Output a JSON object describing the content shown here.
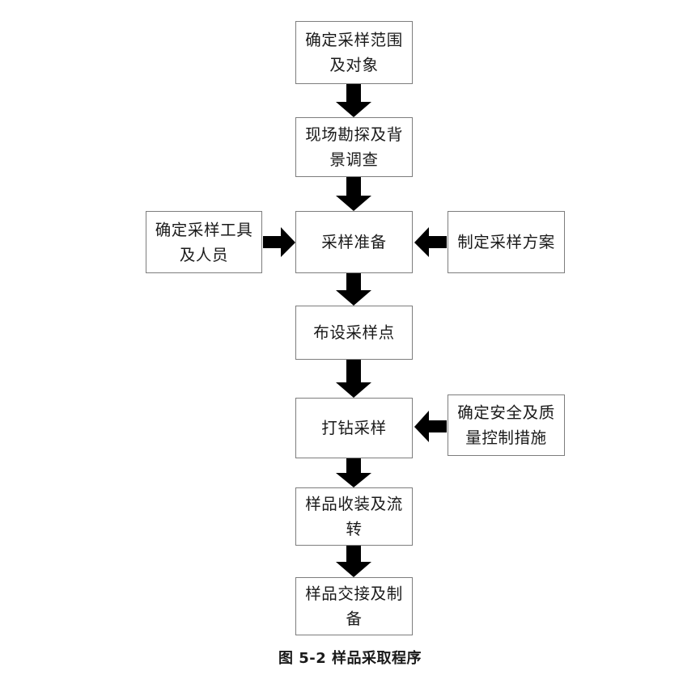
{
  "figure": {
    "caption": "图 5-2 样品采取程序",
    "background_color": "#ffffff",
    "box_border_color": "#7d7d7d",
    "arrow_color": "#000000",
    "text_color": "#1a1a1a"
  },
  "chart_data": {
    "type": "diagram",
    "title": "图 5-2 样品采取程序",
    "nodes": [
      {
        "id": "n1",
        "label": "确定采样范围及对象",
        "lines": [
          "确定采样范围",
          "及对象"
        ]
      },
      {
        "id": "n2",
        "label": "现场勘探及背景调查",
        "lines": [
          "现场勘探及背",
          "景调查"
        ]
      },
      {
        "id": "n3",
        "label": "确定采样工具及人员",
        "lines": [
          "确定采样工具",
          "及人员"
        ]
      },
      {
        "id": "n4",
        "label": "采样准备",
        "lines": [
          "采样准备"
        ]
      },
      {
        "id": "n5",
        "label": "制定采样方案",
        "lines": [
          "制定采样方案"
        ]
      },
      {
        "id": "n6",
        "label": "布设采样点",
        "lines": [
          "布设采样点"
        ]
      },
      {
        "id": "n7",
        "label": "打钻采样",
        "lines": [
          "打钻采样"
        ]
      },
      {
        "id": "n8",
        "label": "确定安全及质量控制措施",
        "lines": [
          "确定安全及质",
          "量控制措施"
        ]
      },
      {
        "id": "n9",
        "label": "样品收装及流转",
        "lines": [
          "样品收装及流",
          "转"
        ]
      },
      {
        "id": "n10",
        "label": "样品交接及制备",
        "lines": [
          "样品交接及制",
          "备"
        ]
      }
    ],
    "edges": [
      {
        "from": "n1",
        "to": "n2",
        "direction": "down"
      },
      {
        "from": "n2",
        "to": "n4",
        "direction": "down"
      },
      {
        "from": "n3",
        "to": "n4",
        "direction": "right"
      },
      {
        "from": "n5",
        "to": "n4",
        "direction": "left"
      },
      {
        "from": "n4",
        "to": "n6",
        "direction": "down"
      },
      {
        "from": "n6",
        "to": "n7",
        "direction": "down"
      },
      {
        "from": "n8",
        "to": "n7",
        "direction": "left"
      },
      {
        "from": "n7",
        "to": "n9",
        "direction": "down"
      },
      {
        "from": "n9",
        "to": "n10",
        "direction": "down"
      }
    ]
  }
}
